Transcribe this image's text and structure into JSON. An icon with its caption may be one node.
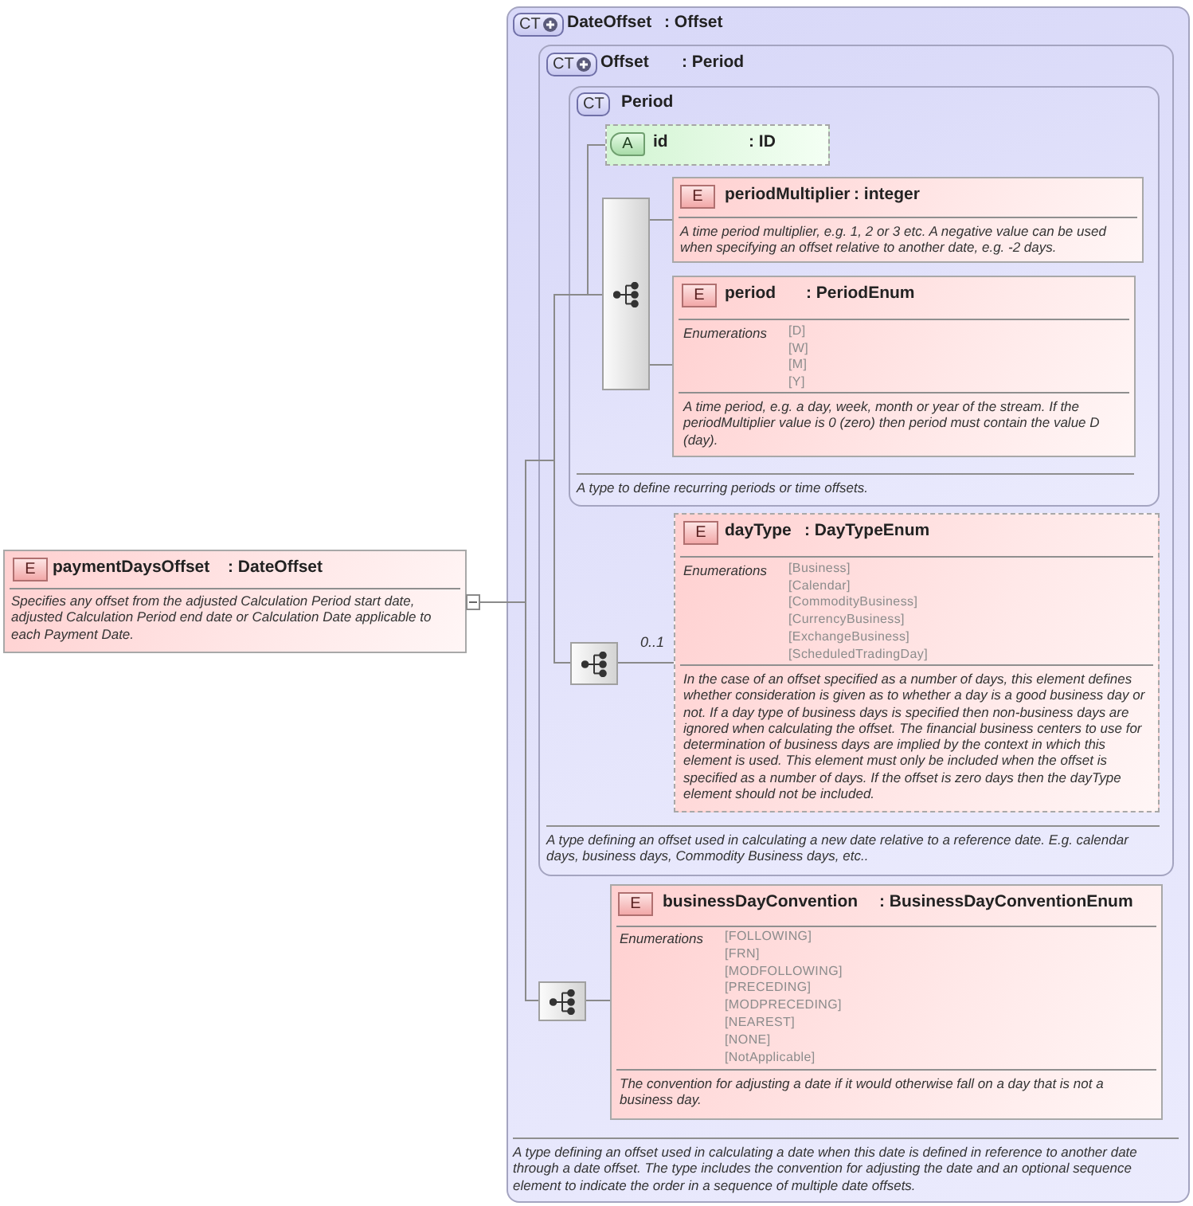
{
  "diagram": {
    "nodes": [
      {
        "text": [
          "E",
          "paymentDaysOffset",
          ": DateOffset",
          "Specifies any offset from the adjusted Calculation Period start date, adjusted Calculation Period end date or Calculation Date applicable to each Payment Date."
        ]
      },
      {
        "text": [
          "CT",
          "DateOffset",
          ": Offset",
          "A type defining an offset used in calculating a date when this date is defined in reference to another date through a date offset. The type includes the convention for adjusting the date and an optional sequence element to indicate the order in a sequence of multiple date offsets."
        ]
      },
      {
        "text": [
          "CT",
          "Offset",
          ": Period",
          "A type defining an offset used in calculating a new date relative to a reference date. E.g. calendar days, business days, Commodity Business days, etc.."
        ],
        "in": 1
      },
      {
        "text": [
          "CT",
          "Period",
          "A type to define recurring periods or time offsets."
        ],
        "in": 2
      },
      {
        "text": [
          "A",
          "id",
          ": ID"
        ],
        "in": 3
      },
      {
        "text": [],
        "shape": "box",
        "in": 3
      },
      {
        "text": [
          "E",
          "periodMultiplier",
          ": integer",
          "A time period multiplier, e.g. 1, 2 or 3 etc. A negative value can be used when specifying an offset relative to another date, e.g. -2 days."
        ],
        "in": 3
      },
      {
        "text": [
          "E",
          "period",
          ": PeriodEnum",
          "Enumerations",
          "[D]",
          "[W]",
          "[M]",
          "[Y]",
          "A time period, e.g. a day, week, month or year of the stream. If the periodMultiplier value is 0 (zero) then period must contain the value D (day)."
        ],
        "in": 3
      },
      {
        "text": [],
        "shape": "box",
        "in": 2
      },
      {
        "text": [
          "E",
          "dayType",
          ": DayTypeEnum",
          "Enumerations",
          "[Business]",
          "[Calendar]",
          "[CommodityBusiness]",
          "[CurrencyBusiness]",
          "[ExchangeBusiness]",
          "[ScheduledTradingDay]",
          "In the case of an offset specified as a number of days, this element defines whether consideration is given as to whether a day is a good business day or not. If a day type of business days is specified then non-business days are ignored when calculating the offset. The financial business centers to use for determination of business days are implied by the context in which this element is used. This element must only be included when the offset is specified as a number of days. If the offset is zero days then the dayType element should not be included."
        ],
        "in": 2
      },
      {
        "text": [],
        "shape": "box",
        "in": 1
      },
      {
        "text": [
          "E",
          "businessDayConvention",
          ": BusinessDayConventionEnum",
          "Enumerations",
          "[FOLLOWING]",
          "[FRN]",
          "[MODFOLLOWING]",
          "[PRECEDING]",
          "[MODPRECEDING]",
          "[NEAREST]",
          "[NONE]",
          "[NotApplicable]",
          "The convention for adjusting a date if it would otherwise fall on a day that is not a business day."
        ],
        "in": 1
      }
    ],
    "edges": [
      {
        "from": 0,
        "to": 4,
        "arrow": "other"
      },
      {
        "from": 0,
        "to": 5,
        "arrow": "other"
      },
      {
        "from": 0,
        "to": 8,
        "arrow": "other"
      },
      {
        "from": 0,
        "to": 10,
        "arrow": "other"
      },
      {
        "from": 5,
        "to": 6,
        "arrow": "none"
      },
      {
        "from": 5,
        "to": 7,
        "arrow": "none"
      },
      {
        "from": 8,
        "to": 9,
        "arrow": "none",
        "label": "0..1"
      },
      {
        "from": 10,
        "to": 11,
        "arrow": "none"
      }
    ]
  }
}
